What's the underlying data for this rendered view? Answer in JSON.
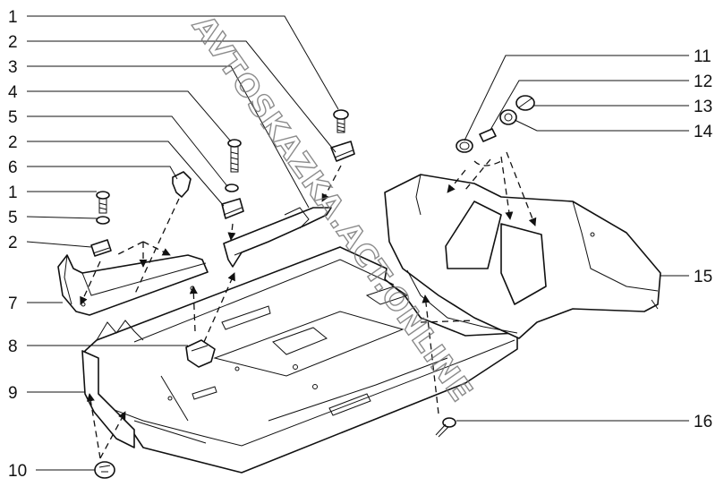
{
  "watermark": "AVTOSKAZKA.ACT.ONLINE",
  "callouts_left": [
    "1",
    "2",
    "3",
    "4",
    "5",
    "2",
    "6",
    "1",
    "5",
    "2",
    "7",
    "8",
    "9",
    "10"
  ],
  "callouts_right": [
    "11",
    "12",
    "13",
    "14",
    "15",
    "16"
  ]
}
